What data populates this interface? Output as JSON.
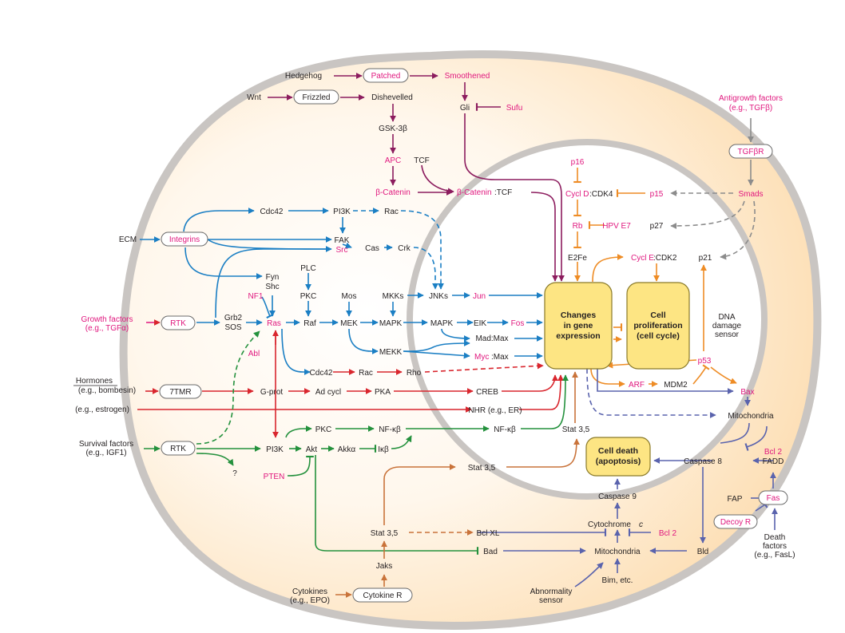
{
  "colors": {
    "cell_fill": "#fde5c6",
    "cell_border": "#c9c5c2",
    "box_fill": "#fde583",
    "box_border": "#8a7a2a",
    "pink": "#e0177e",
    "black": "#231f20",
    "wnt": "#8c1c5e",
    "blue": "#1b7fc4",
    "red": "#d9262e",
    "green": "#24913d",
    "orange": "#ee8c25",
    "purple": "#5a63ad",
    "gray": "#8c8c8c",
    "brown": "#c9733a"
  },
  "boxes": {
    "gene": [
      "Changes",
      "in gene",
      "expression"
    ],
    "prolif": [
      "Cell",
      "proliferation",
      "(cell cycle)"
    ],
    "death": [
      "Cell death",
      "(apoptosis)"
    ]
  },
  "receptors": {
    "patched": "Patched",
    "frizzled": "Frizzled",
    "integrins": "Integrins",
    "rtk1": "RTK",
    "tmr": "7TMR",
    "rtk2": "RTK",
    "tgfbr": "TGFβR",
    "fas": "Fas",
    "decoy": "Decoy R",
    "cytokine_r": "Cytokine R"
  },
  "inputs": {
    "hedgehog": "Hedgehog",
    "wnt": "Wnt",
    "ecm": "ECM",
    "gf1": "Growth factors",
    "gf2": "(e.g., TGFα)",
    "horm1": "Hormones",
    "horm2": "(e.g., bombesin)",
    "estrogen": "(e.g., estrogen)",
    "surv1": "Survival factors",
    "surv2": "(e.g., IGF1)",
    "anti1": "Antigrowth factors",
    "anti2": "(e.g., TGFβ)",
    "cyto1": "Cytokines",
    "cyto2": "(e.g., EPO)",
    "death1": "Death",
    "death2": "factors",
    "death3": "(e.g., FasL)",
    "abn1": "Abnormality",
    "abn2": "sensor",
    "dna1": "DNA",
    "dna2": "damage",
    "dna3": "sensor"
  },
  "nodes": {
    "smoothened": "Smoothened",
    "dishevelled": "Dishevelled",
    "gli": "Gli",
    "sufu": "Sufu",
    "gsk": "GSK-3β",
    "apc": "APC",
    "tcf": "TCF",
    "bcat": "β-Catenin",
    "bcat_tcf_a": "β-Catenin",
    "bcat_tcf_b": ":TCF",
    "cdc42_top": "Cdc42",
    "pi3k_top": "PI3K",
    "rac_top": "Rac",
    "fak": "FAK",
    "src": "Src",
    "cas": "Cas",
    "crk": "Crk",
    "fyn": "Fyn",
    "shc": "Shc",
    "plc": "PLC",
    "pkc_mid": "PKC",
    "mos": "Mos",
    "mkks": "MKKs",
    "jnks": "JNKs",
    "jun": "Jun",
    "nf1": "NF1",
    "grb2": "Grb2",
    "sos": "SOS",
    "ras": "Ras",
    "raf": "Raf",
    "mek": "MEK",
    "mapk1": "MAPK",
    "mapk2": "MAPK",
    "eik": "EIK",
    "fos": "Fos",
    "madmax": "Mad:Max",
    "mekk": "MEKK",
    "myc": "Myc",
    "mycmax": ":Max",
    "abl": "Abl",
    "cdc42_low": "Cdc42",
    "rac_low": "Rac",
    "rho": "Rho",
    "gprot": "G-prot",
    "adcycl": "Ad cycl",
    "pka": "PKA",
    "creb": "CREB",
    "nhr": "NHR (e.g., ER)",
    "pkc_low": "PKC",
    "nfkb1": "NF-κβ",
    "nfkb2": "NF-κβ",
    "stat35_in": "Stat 3,5",
    "pi3k_low": "PI3K",
    "akt": "Akt",
    "akka": "Akkα",
    "ikb": "Iκβ",
    "question": "?",
    "pten": "PTEN",
    "stat35_mid": "Stat 3,5",
    "stat35_low": "Stat 3,5",
    "bclxl": "Bcl XL",
    "bad": "Bad",
    "jaks": "Jaks",
    "p16": "p16",
    "cycld": "Cycl D",
    "cdk4": ":CDK4",
    "p15": "p15",
    "smads": "Smads",
    "rb": "Rb",
    "hpv": "HPV E7",
    "p27": "p27",
    "e2fe": "E2Fe",
    "cycle": "Cycl E",
    "cdk2": ":CDK2",
    "p21": "p21",
    "p53": "p53",
    "arf": "ARF",
    "mdm2": "MDM2",
    "bax": "Bax",
    "mito_upper": "Mitochondria",
    "bcl2_right": "Bcl 2",
    "caspase8": "Caspase 8",
    "fadd": "FADD",
    "fap": "FAP",
    "caspase9": "Caspase 9",
    "cytc_a": "Cytochrome ",
    "cytc_b": "c",
    "bcl2_low": "Bcl 2",
    "mito_low": "Mitochondria",
    "bid": "Bld",
    "bim": "Bim, etc."
  }
}
